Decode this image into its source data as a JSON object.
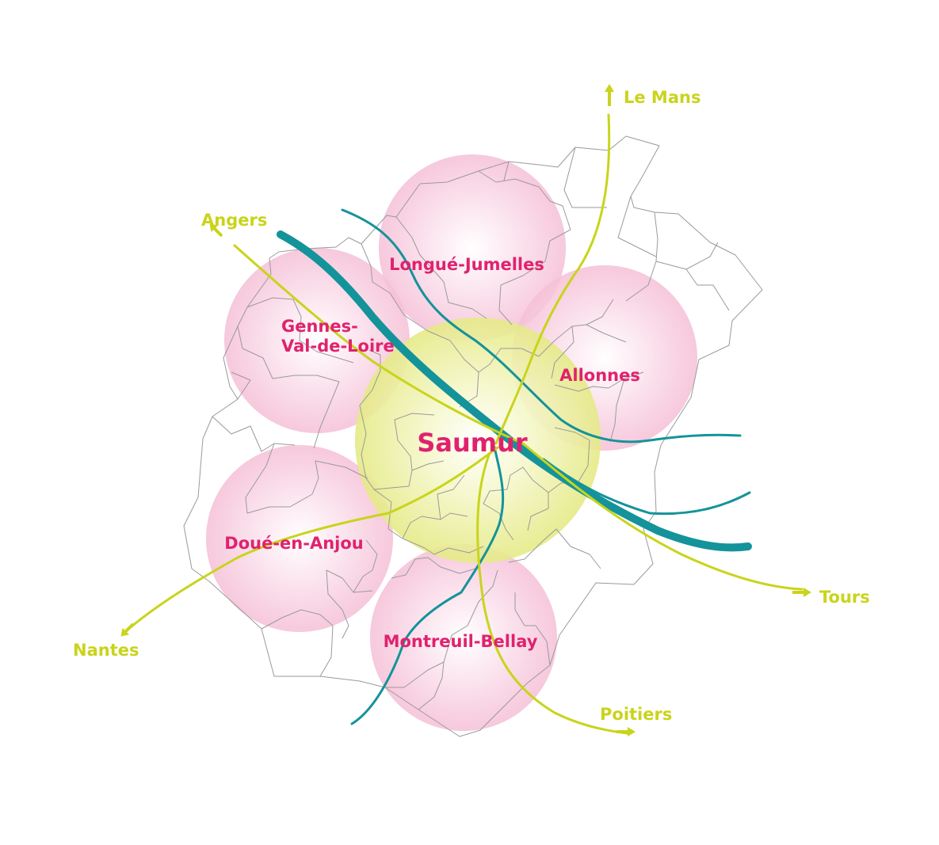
{
  "colors": {
    "pole": "#e0226e",
    "center": "#e8ec7a",
    "river": "#14939a",
    "road": "#c9d41b",
    "commune_border": "#9a9a9a"
  },
  "center": {
    "name": "Saumur"
  },
  "poles": [
    {
      "name_lines": [
        "Longué-Jumelles"
      ]
    },
    {
      "name_lines": [
        "Gennes-",
        "Val-de-Loire"
      ]
    },
    {
      "name_lines": [
        "Allonnes"
      ]
    },
    {
      "name_lines": [
        "Doué-en-Anjou"
      ]
    },
    {
      "name_lines": [
        "Montreuil-Bellay"
      ]
    }
  ],
  "destinations": [
    {
      "name": "Le Mans",
      "icon": "arrow-up-icon"
    },
    {
      "name": "Angers",
      "icon": "arrow-up-left-icon"
    },
    {
      "name": "Tours",
      "icon": "arrow-right-icon"
    },
    {
      "name": "Nantes",
      "icon": "arrow-down-left-icon"
    },
    {
      "name": "Poitiers",
      "icon": "arrow-right-icon"
    }
  ]
}
